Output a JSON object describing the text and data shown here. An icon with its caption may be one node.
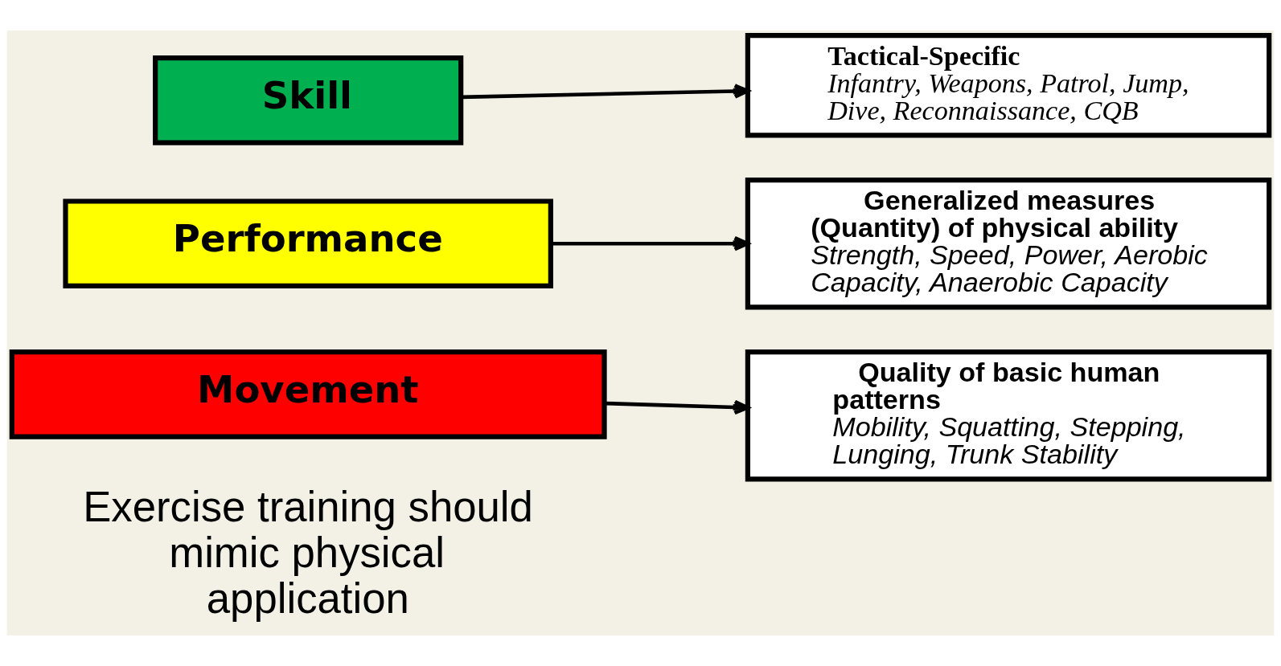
{
  "diagram": {
    "nodes": [
      {
        "text": [
          "Skill"
        ]
      },
      {
        "text": [
          "Performance"
        ]
      },
      {
        "text": [
          "Movement"
        ]
      },
      {
        "text": [
          "Tactical-Specific",
          "Infantry, Weapons, Patrol, Jump, Dive, Reconnaissance, CQB"
        ]
      },
      {
        "text": [
          "Generalized measures (Quantity) of physical ability",
          "Strength, Speed, Power, Aerobic Capacity, Anaerobic Capacity"
        ]
      },
      {
        "text": [
          "Quality of basic human patterns",
          "Mobility, Squatting, Stepping, Lunging, Trunk Stability"
        ]
      }
    ],
    "edges": [
      {
        "from": 0,
        "to": 3,
        "arrow": "to"
      },
      {
        "from": 1,
        "to": 4,
        "arrow": "to"
      },
      {
        "from": 2,
        "to": 5,
        "arrow": "to"
      }
    ],
    "labels": [
      "Exercise training should mimic physical application"
    ]
  }
}
